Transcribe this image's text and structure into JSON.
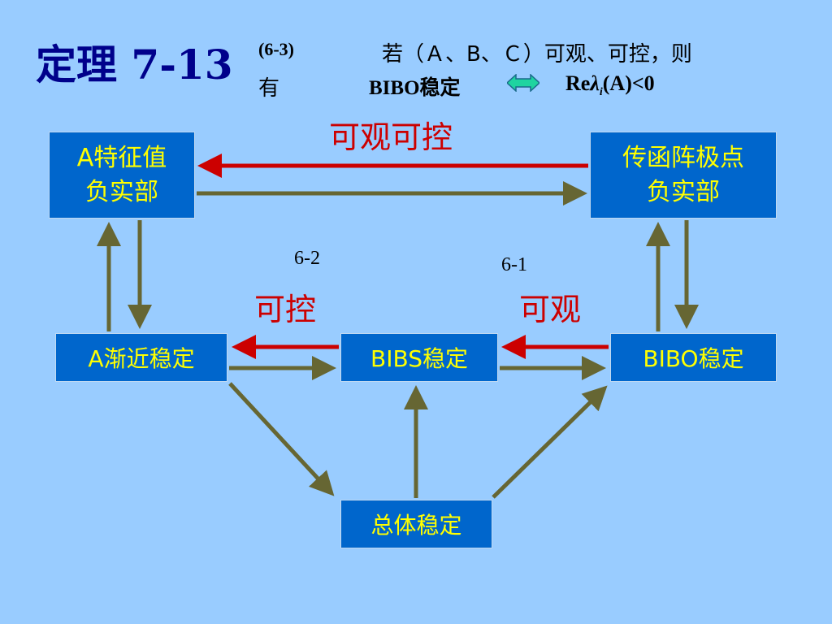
{
  "header": {
    "title": "定理 7-13",
    "ref": "(6-3)",
    "condition": "若（Ａ、B、Ｃ）可观、可控，则",
    "you": "有",
    "bibo": "BIBO稳定",
    "formula_re": "Re",
    "formula_lambda": "λ",
    "formula_sub": "i",
    "formula_rest": "(A)<0"
  },
  "boxes": {
    "a_eig_line1": "A特征值",
    "a_eig_line2": "负实部",
    "tf_pole_line1": "传函阵极点",
    "tf_pole_line2": "负实部",
    "a_asym": "A渐近稳定",
    "bibs": "BIBS稳定",
    "bibo": "BIBO稳定",
    "total": "总体稳定"
  },
  "labels": {
    "top": "可观可控",
    "controllable": "可控",
    "observable": "可观",
    "ref_62": "6-2",
    "ref_61": "6-1"
  },
  "colors": {
    "background": "#99ccff",
    "box_fill": "#0066cc",
    "box_text": "#ffff00",
    "red_arrow": "#cc0000",
    "olive_arrow": "#666633",
    "title": "#00008b"
  },
  "icons": {
    "equivalence": "double-headed-arrow-icon"
  }
}
